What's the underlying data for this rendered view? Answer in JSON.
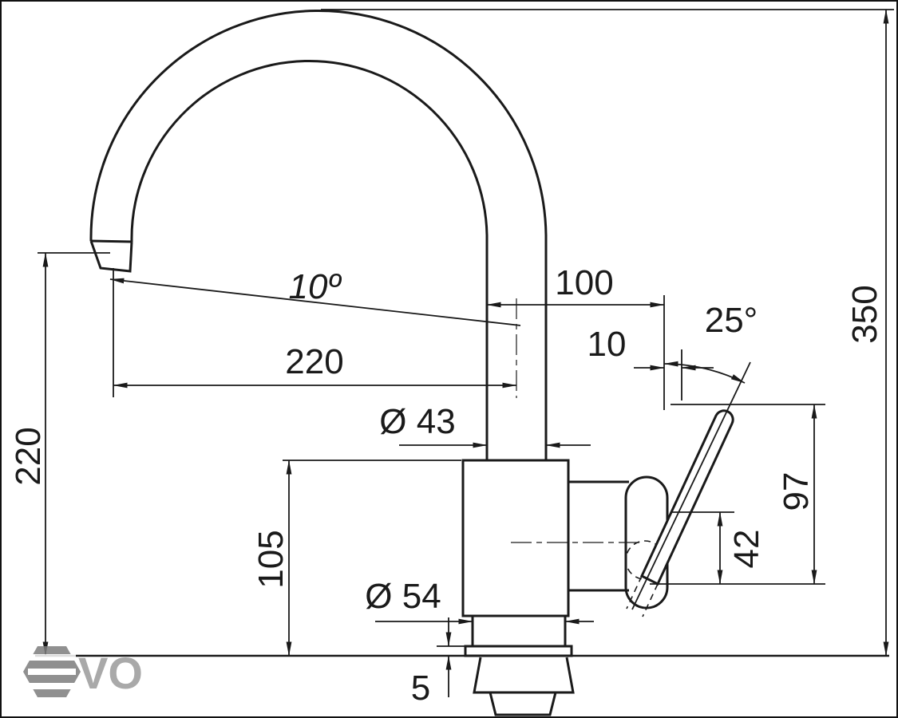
{
  "drawing": {
    "kind": "faucet dimensional line drawing",
    "colors": {
      "line": "#1a1a1a",
      "background": "#ffffff",
      "watermark": "#9b9b9b"
    }
  },
  "labels": {
    "total_height": "350",
    "spout_height": "220",
    "spout_reach": "220",
    "spout_to_handle": "100",
    "spout_angle": "10º",
    "handle_angle": "25°",
    "handle_offset": "10",
    "spout_tube_diameter": "Ø 43",
    "body_height": "105",
    "handle_top_height": "97",
    "handle_drop": "42",
    "base_diameter": "Ø 54",
    "deck_plate_thickness": "5"
  },
  "watermark": {
    "text": "VO"
  }
}
